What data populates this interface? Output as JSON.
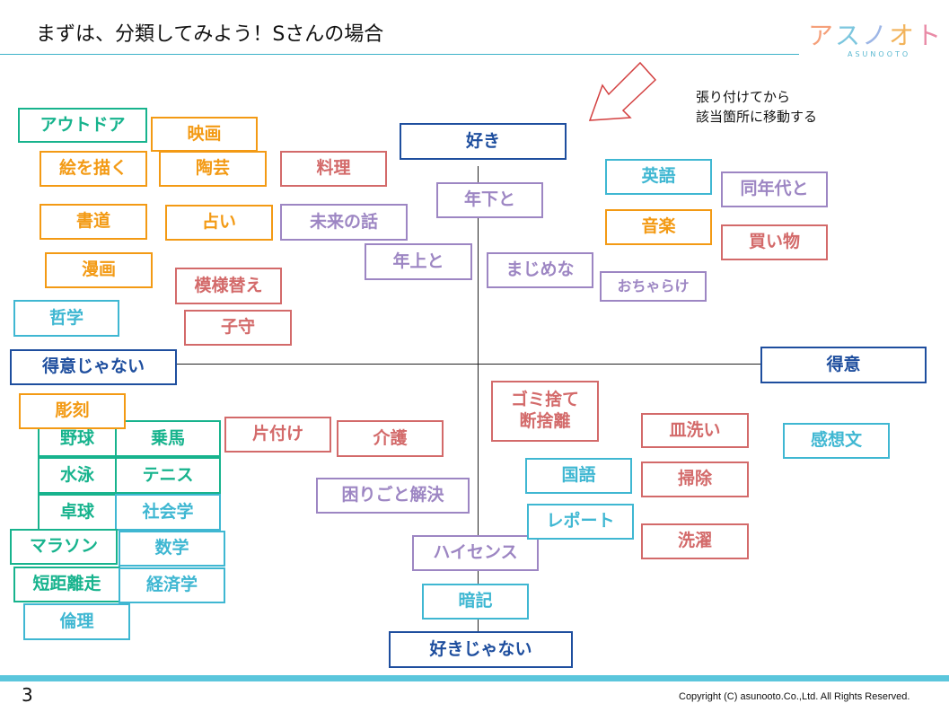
{
  "header": {
    "title": "まずは、分類してみよう！Sさんの場合",
    "logo": "アスノオト",
    "logo_sub": "ASUNOOTO"
  },
  "note": {
    "line1": "張り付けてから",
    "line2": "該当箇所に移動する"
  },
  "axes": {
    "top": "好き",
    "bottom": "好きじゃない",
    "left": "得意じゃない",
    "right": "得意"
  },
  "cards": {
    "outdoor": "アウトドア",
    "movie": "映画",
    "drawing": "絵を描く",
    "pottery": "陶芸",
    "cooking": "料理",
    "calligraphy": "書道",
    "fortune": "占い",
    "future_talk": "未来の話",
    "manga": "漫画",
    "rearrange": "模様替え",
    "philosophy": "哲学",
    "babysit": "子守",
    "younger": "年下と",
    "older": "年上と",
    "serious": "まじめな",
    "playful": "おちゃらけ",
    "english": "英語",
    "same_age": "同年代と",
    "music": "音楽",
    "shopping": "買い物",
    "carving": "彫刻",
    "baseball": "野球",
    "horse_riding": "乗馬",
    "tidying": "片付け",
    "care": "介護",
    "swimming": "水泳",
    "tennis": "テニス",
    "table_tennis": "卓球",
    "social_studies": "社会学",
    "marathon": "マラソン",
    "math": "数学",
    "sprint": "短距離走",
    "economics": "経済学",
    "ethics": "倫理",
    "trash_line1": "ゴミ捨て",
    "trash_line2": "断捨離",
    "dishes": "皿洗い",
    "essay": "感想文",
    "japanese": "国語",
    "cleaning": "掃除",
    "problem_solving": "困りごと解決",
    "report": "レポート",
    "laundry": "洗濯",
    "high_sense": "ハイセンス",
    "memorize": "暗記"
  },
  "footer": {
    "page_number": "3",
    "copyright": "Copyright (C) asunooto.Co.,Ltd. All Rights Reserved."
  },
  "colors": {
    "orange": "#f39a14",
    "red": "#d36a6a",
    "purple": "#9d86c3",
    "cyan": "#3fb7d2",
    "green": "#17b38d",
    "navy": "#1e4e9e",
    "accent_bar": "#5bc6dc"
  }
}
